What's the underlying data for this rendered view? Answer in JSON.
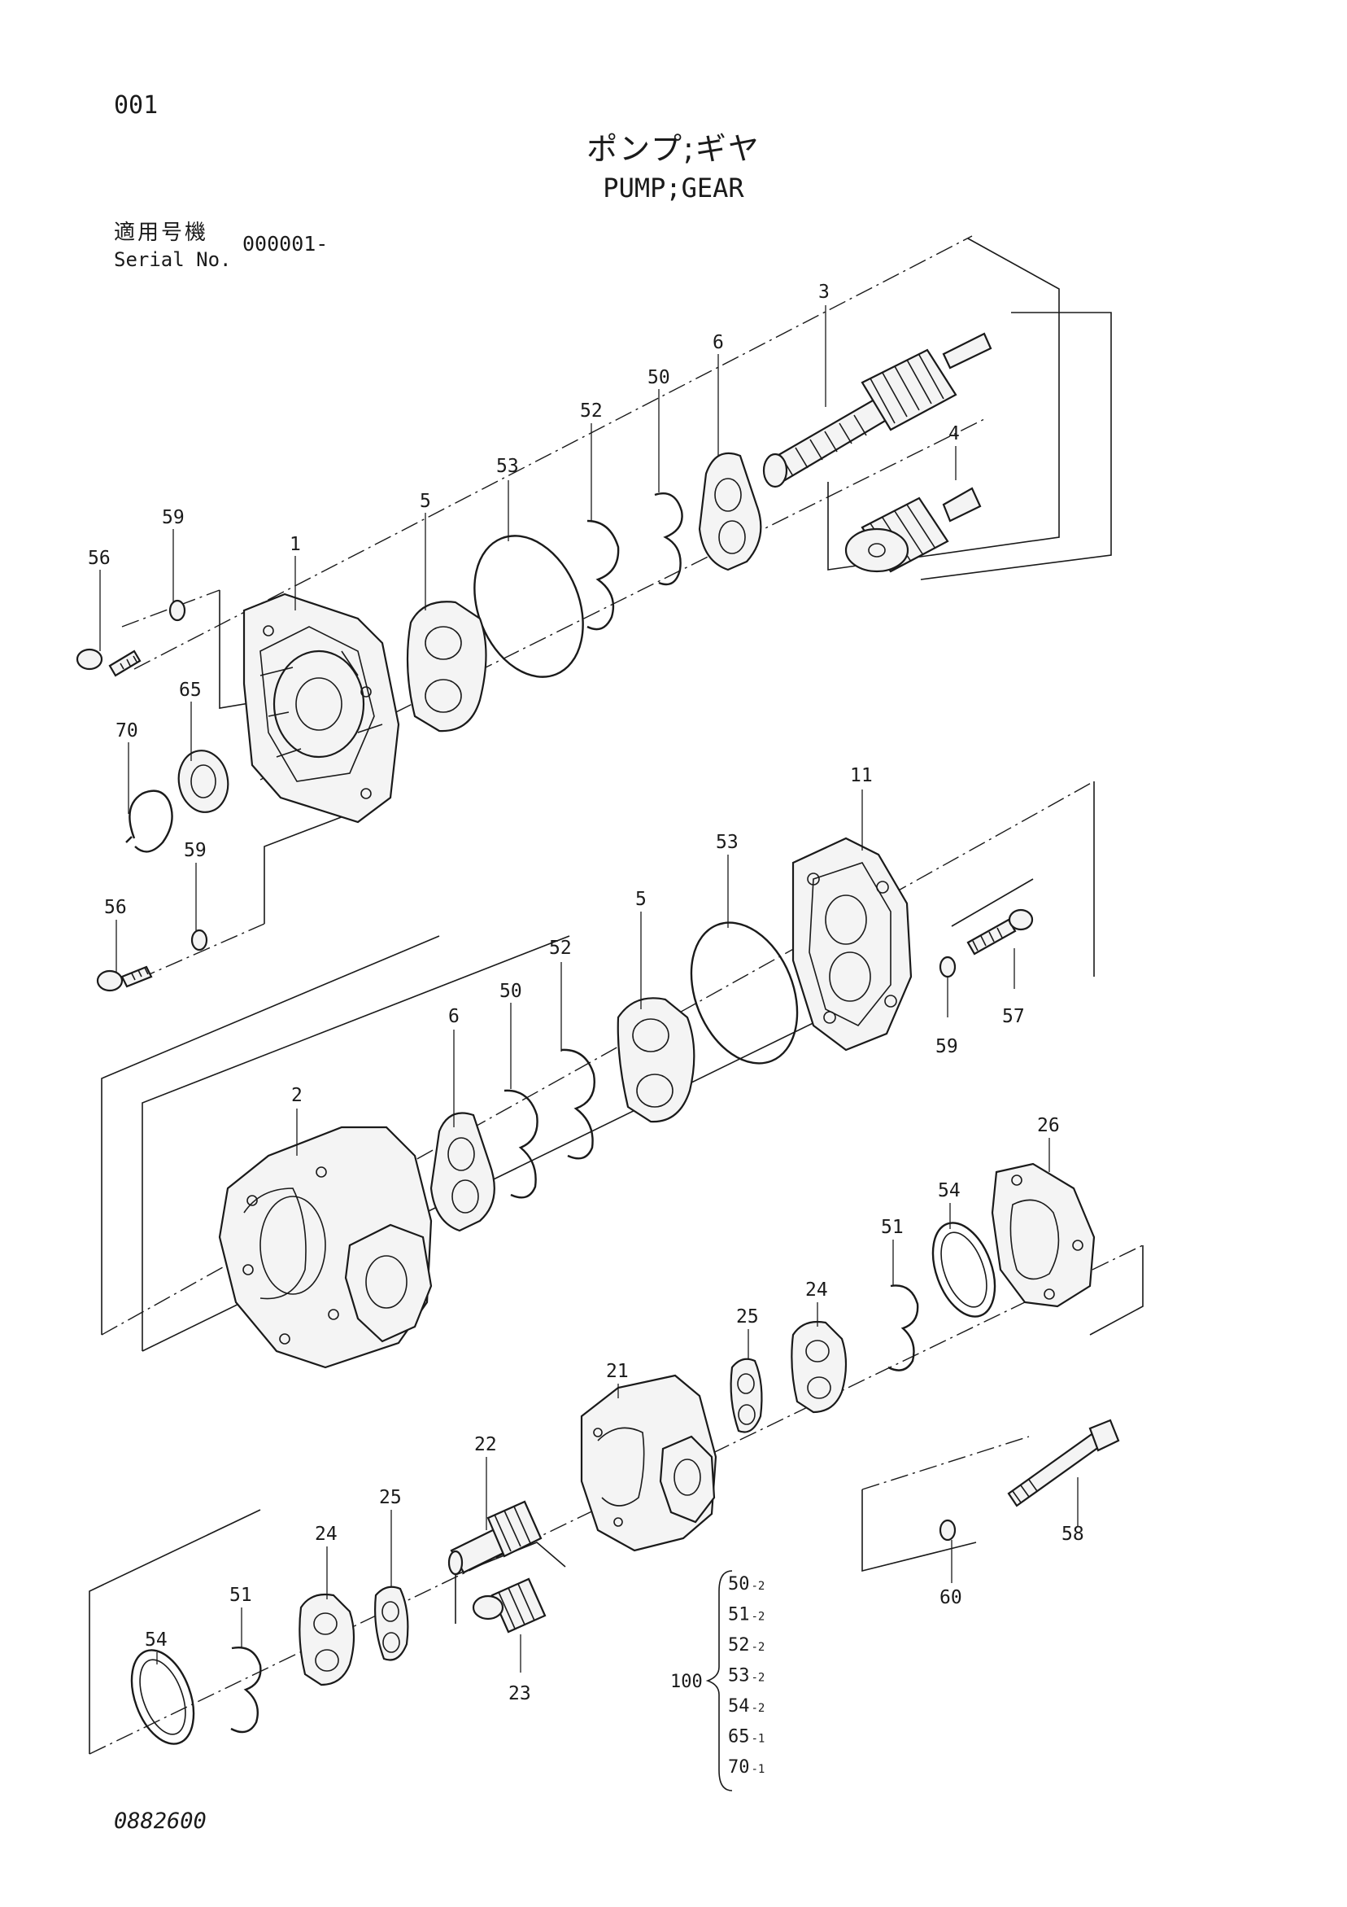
{
  "header": {
    "page_number": "001",
    "title_jp": "ポンプ;ギヤ",
    "title_en": "PUMP;GEAR",
    "serial_label_jp": "適用号機",
    "serial_label_en": "Serial No.",
    "serial_value": "000001-"
  },
  "callouts": {
    "c1": "1",
    "c2": "2",
    "c3": "3",
    "c4": "4",
    "c5a": "5",
    "c5b": "5",
    "c6a": "6",
    "c6b": "6",
    "c11": "11",
    "c21": "21",
    "c22": "22",
    "c23": "23",
    "c24a": "24",
    "c24b": "24",
    "c25a": "25",
    "c25b": "25",
    "c26": "26",
    "c50a": "50",
    "c50b": "50",
    "c51a": "51",
    "c51b": "51",
    "c52a": "52",
    "c52b": "52",
    "c53a": "53",
    "c53b": "53",
    "c54a": "54",
    "c54b": "54",
    "c56a": "56",
    "c56b": "56",
    "c57": "57",
    "c58": "58",
    "c59a": "59",
    "c59b": "59",
    "c59c": "59",
    "c60": "60",
    "c65": "65",
    "c70": "70"
  },
  "kit": {
    "label": "100",
    "items": [
      {
        "part": "50",
        "qty": "-2"
      },
      {
        "part": "51",
        "qty": "-2"
      },
      {
        "part": "52",
        "qty": "-2"
      },
      {
        "part": "53",
        "qty": "-2"
      },
      {
        "part": "54",
        "qty": "-2"
      },
      {
        "part": "65",
        "qty": "-1"
      },
      {
        "part": "70",
        "qty": "-1"
      }
    ]
  },
  "footer": {
    "drawing_number": "0882600"
  }
}
